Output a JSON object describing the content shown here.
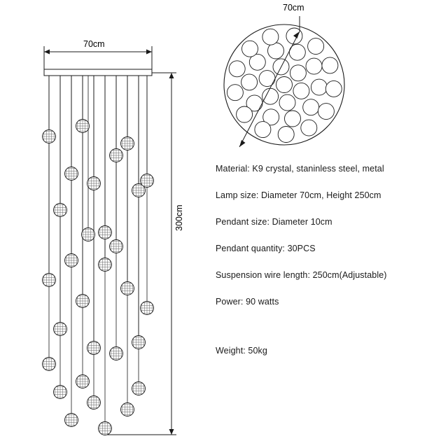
{
  "diagram": {
    "title_labels": {
      "top_width": "70cm",
      "circle_diameter": "70cm",
      "total_height": "300cm"
    },
    "drop_heights_cm": [
      300
    ],
    "pendant_count_drawn": 30,
    "colors": {
      "line": "#1a1a1a",
      "crystal_fill": "#f2f2f2",
      "text": "#000000",
      "background": "#ffffff"
    }
  },
  "specs": [
    {
      "label": "Material: K9 crystal, staninless steel, metal"
    },
    {
      "label": "Lamp size: Diameter 70cm, Height 250cm"
    },
    {
      "label": "Pendant size: Diameter 10cm"
    },
    {
      "label": "Pendant quantity: 30PCS"
    },
    {
      "label": "Suspension wire length: 250cm(Adjustable)"
    },
    {
      "label": "Power: 90 watts"
    },
    {
      "label": "Weight: 50kg"
    }
  ]
}
